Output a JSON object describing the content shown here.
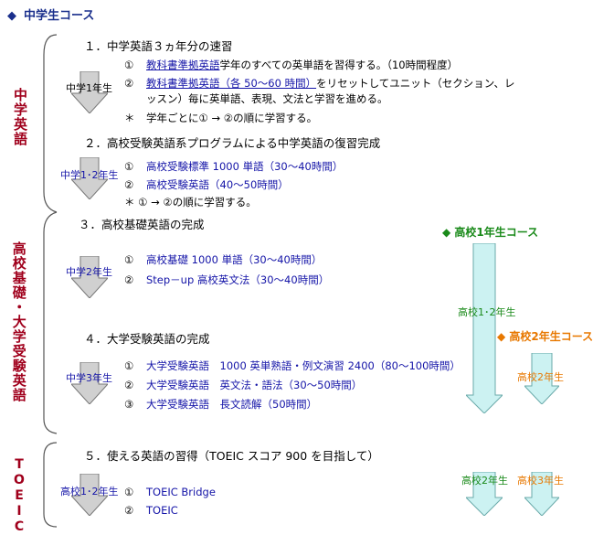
{
  "header": {
    "icon": "diamond-icon",
    "title": "中学生コース"
  },
  "side_labels": {
    "s1": "中学英語",
    "s2": "高校基礎・大学受験英語",
    "s3": "TOEIC"
  },
  "sections": {
    "s1": {
      "title": "１．中学英語３ヵ年分の速習",
      "arrow": "中学1年生",
      "items": [
        {
          "num": "①",
          "link": "教科書準拠英語",
          "rest": "学年のすべての英単語を習得する。（10時間程度）"
        },
        {
          "num": "②",
          "link": "教科書準拠英語（各 50～60 時間）",
          "rest": "をリセットしてユニット（セクション、レ"
        }
      ],
      "cont": "ッスン）毎に英単語、表現、文法と学習を進める。",
      "note_mark": "＊",
      "note": "学年ごとに① → ②の順に学習する。"
    },
    "s2": {
      "title": "２．高校受験英語系プログラムによる中学英語の復習完成",
      "arrow": "中学1･2年生",
      "items": [
        {
          "num": "①",
          "text": "高校受験標準 1000 単語（30～40時間）"
        },
        {
          "num": "②",
          "text": "高校受験英語（40～50時間）"
        }
      ],
      "note": "＊ ① → ②の順に学習する。"
    },
    "s3": {
      "title": "３．高校基礎英語の完成",
      "arrow": "中学2年生",
      "items": [
        {
          "num": "①",
          "text": "高校基礎 1000 単語（30～40時間）"
        },
        {
          "num": "②",
          "text": "Step－up 高校英文法（30～40時間）"
        }
      ]
    },
    "s4": {
      "title": "４．大学受験英語の完成",
      "arrow": "中学3年生",
      "items": [
        {
          "num": "①",
          "text": "大学受験英語　1000 英単熟語・例文演習 2400（80～100時間）"
        },
        {
          "num": "②",
          "text": "大学受験英語　英文法・語法（30～50時間）"
        },
        {
          "num": "③",
          "text": "大学受験英語　長文読解（50時間）"
        }
      ]
    },
    "s5": {
      "title": "５．使える英語の習得（TOEIC スコア 900 を目指して）",
      "arrow": "高校1･2年生",
      "items": [
        {
          "num": "①",
          "text": "TOEIC Bridge"
        },
        {
          "num": "②",
          "text": "TOEIC"
        }
      ]
    }
  },
  "courses": {
    "k1": {
      "title": "◆ 高校1年生コース",
      "arrow1": "高校1･2年生",
      "arrow2": "高校2年生"
    },
    "k2": {
      "title": "◆ 高校2年生コース",
      "arrow1": "高校2年生",
      "arrow2": "高校3年生"
    }
  },
  "colors": {
    "navy": "#1a2f8c",
    "red": "#a0001c",
    "blue": "#1515a8",
    "green": "#1a8a1a",
    "orange": "#e87800",
    "arrow_fill": "#ccf2f2",
    "arrow_gray": "#d0d0d0"
  }
}
